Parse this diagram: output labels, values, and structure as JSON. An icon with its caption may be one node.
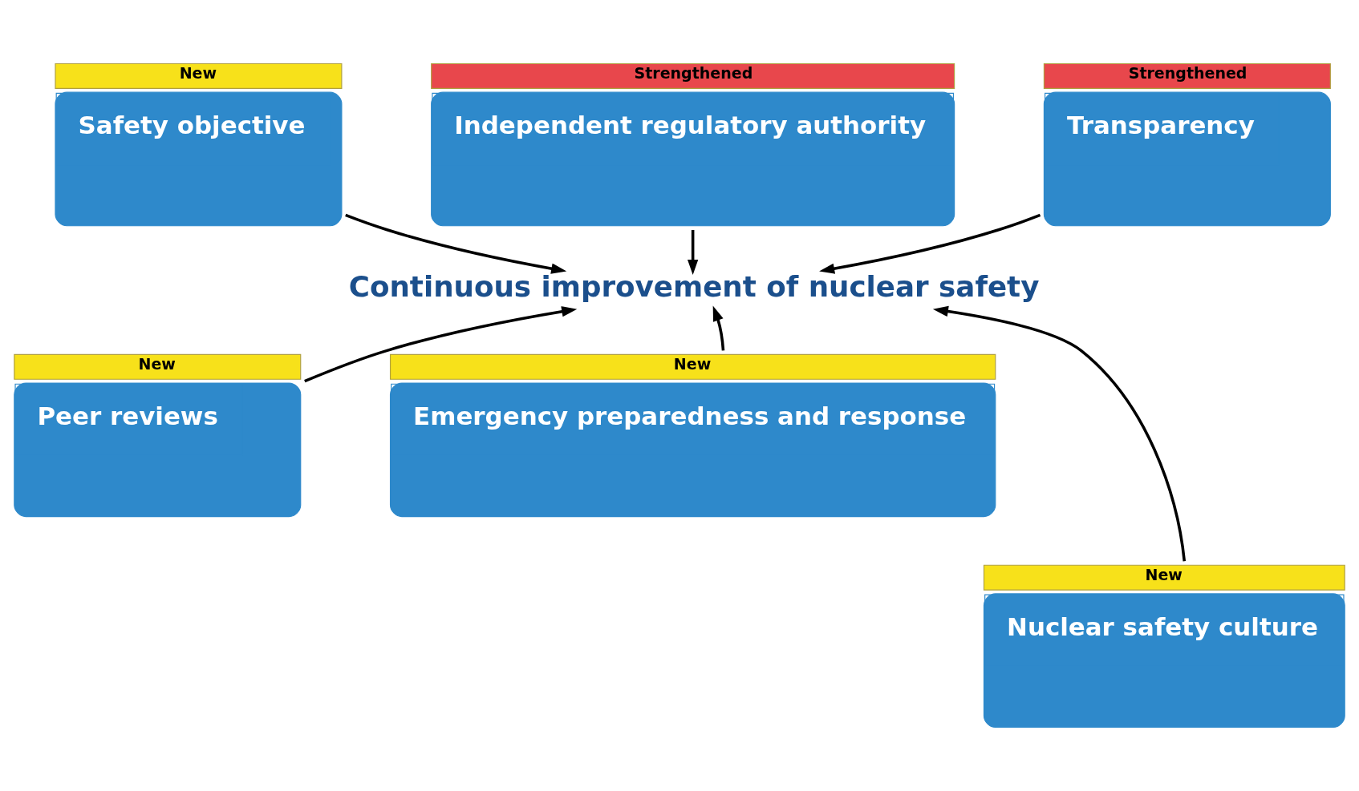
{
  "diagram": {
    "nodes": [
      {
        "text": [
          "New",
          "Safety objective"
        ]
      },
      {
        "text": [
          "Strengthened",
          "Independent regulatory authority"
        ]
      },
      {
        "text": [
          "Strengthened",
          "Transparency"
        ]
      },
      {
        "text": [
          "Continuous improvement of nuclear safety"
        ]
      },
      {
        "text": [
          "New",
          "Peer reviews"
        ]
      },
      {
        "text": [
          "New",
          "Emergency preparedness and response"
        ]
      },
      {
        "text": [
          "New",
          "Nuclear safety culture"
        ]
      }
    ],
    "edges": [
      {
        "from": 0,
        "to": 3,
        "arrow": "to"
      },
      {
        "from": 1,
        "to": 3,
        "arrow": "to"
      },
      {
        "from": 2,
        "to": 3,
        "arrow": "to"
      },
      {
        "from": 4,
        "to": 3,
        "arrow": "to"
      },
      {
        "from": 5,
        "to": 3,
        "arrow": "to"
      },
      {
        "from": 6,
        "to": 3,
        "arrow": "to"
      }
    ]
  }
}
